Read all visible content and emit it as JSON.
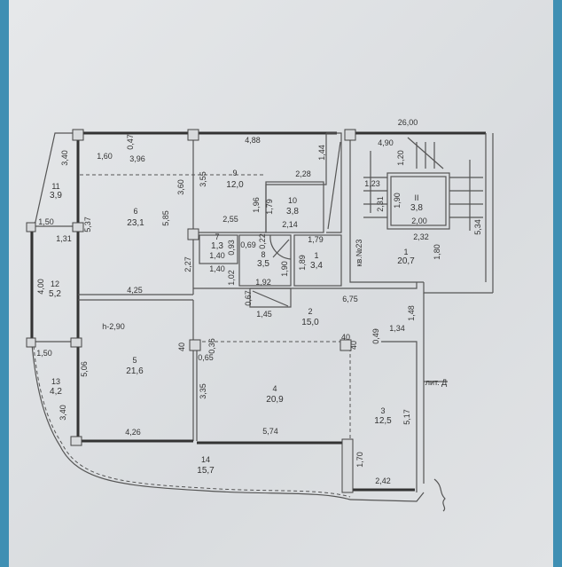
{
  "plan": {
    "apartment_label": "кв.№23",
    "height_label": "h-2,90",
    "building_letter": "лит. Д",
    "overall_width": "26,00"
  },
  "rooms": [
    {
      "num": "1",
      "area": "20,7"
    },
    {
      "num": "II",
      "area": "3,8"
    },
    {
      "num": "9",
      "area": "12,0"
    },
    {
      "num": "10",
      "area": "3,8"
    },
    {
      "num": "6",
      "area": "23,1"
    },
    {
      "num": "11",
      "area": "3,9"
    },
    {
      "num": "7",
      "area": "1,3"
    },
    {
      "num": "8",
      "area": "3,5"
    },
    {
      "num": "1",
      "area": "3,4"
    },
    {
      "num": "2",
      "area": "15,0"
    },
    {
      "num": "12",
      "area": "5,2"
    },
    {
      "num": "5",
      "area": "21,6"
    },
    {
      "num": "4",
      "area": "20,9"
    },
    {
      "num": "13",
      "area": "4,2"
    },
    {
      "num": "3",
      "area": "12,5"
    },
    {
      "num": "14",
      "area": "15,7"
    }
  ],
  "dims": [
    "4,90",
    "1,20",
    "1,23",
    "2,31",
    "1,90",
    "2,00",
    "2,32",
    "5,34",
    "1,80",
    "1,60",
    "0,47",
    "3,96",
    "4,88",
    "1,44",
    "3,55",
    "2,28",
    "3,60",
    "1,96",
    "1,79",
    "2,55",
    "2,14",
    "5,85",
    "5,37",
    "3,40",
    "1,50",
    "1,31",
    "0,93",
    "1,40",
    "1,40",
    "2,27",
    "0,69",
    "0,22",
    "1,90",
    "1,02",
    "1,92",
    "1,79",
    "1,89",
    "0,67",
    "1,45",
    "6,75",
    "1,48",
    "1,34",
    "0,49",
    "4,00",
    "4,25",
    "1,50",
    "5,06",
    "40",
    "0,65",
    "0,36",
    "40",
    "40",
    "3,35",
    "3,40",
    "4,26",
    "5,74",
    "5,17",
    "1,70",
    "2,42"
  ]
}
